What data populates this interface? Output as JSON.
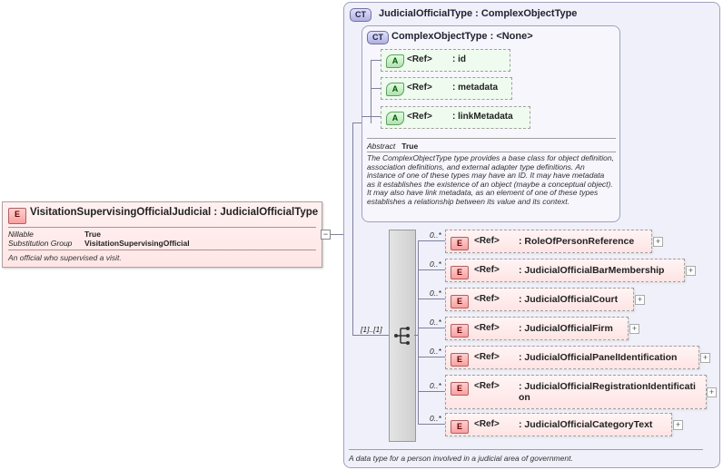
{
  "root": {
    "badge": "E",
    "title": "VisitationSupervisingOfficialJudicial : JudicialOfficialType",
    "props": [
      {
        "key": "Nillable",
        "value": "True"
      },
      {
        "key": "Substitution Group",
        "value": "VisitationSupervisingOfficial"
      }
    ],
    "description": "An official who supervised a visit."
  },
  "outer": {
    "badge": "CT",
    "title": "JudicialOfficialType : ComplexObjectType",
    "description": "A data type for a person involved in a judicial area of government."
  },
  "inner": {
    "badge": "CT",
    "title": "ComplexObjectType : <None>",
    "attributes": [
      {
        "badge": "A",
        "ref": "<Ref>",
        "name": ": id"
      },
      {
        "badge": "A",
        "ref": "<Ref>",
        "name": ": metadata"
      },
      {
        "badge": "A",
        "ref": "<Ref>",
        "name": ": linkMetadata"
      }
    ],
    "abstract_label": "Abstract",
    "abstract_value": "True",
    "note": "The ComplexObjectType type provides a base class for object definition, association definitions, and external adapter type definitions. An instance of one of these types may have an ID. It may have metadata as it establishes the existence of an object (maybe a conceptual object). It may also have link metadata, as an element of one of these types establishes a relationship between its value and its context."
  },
  "sequence": {
    "cardinality": "[1]..[1]"
  },
  "elements": [
    {
      "badge": "E",
      "card": "0..*",
      "ref": "<Ref>",
      "name": ": RoleOfPersonReference"
    },
    {
      "badge": "E",
      "card": "0..*",
      "ref": "<Ref>",
      "name": ": JudicialOfficialBarMembership"
    },
    {
      "badge": "E",
      "card": "0..*",
      "ref": "<Ref>",
      "name": ": JudicialOfficialCourt"
    },
    {
      "badge": "E",
      "card": "0..*",
      "ref": "<Ref>",
      "name": ": JudicialOfficialFirm"
    },
    {
      "badge": "E",
      "card": "0..*",
      "ref": "<Ref>",
      "name": ": JudicialOfficialPanelIdentification"
    },
    {
      "badge": "E",
      "card": "0..*",
      "ref": "<Ref>",
      "name": ": JudicialOfficialRegistrationIdentification"
    },
    {
      "badge": "E",
      "card": "0..*",
      "ref": "<Ref>",
      "name": ": JudicialOfficialCategoryText"
    }
  ],
  "icons": {
    "expand": "+",
    "collapse": "−",
    "sequence": "sequence-icon"
  }
}
